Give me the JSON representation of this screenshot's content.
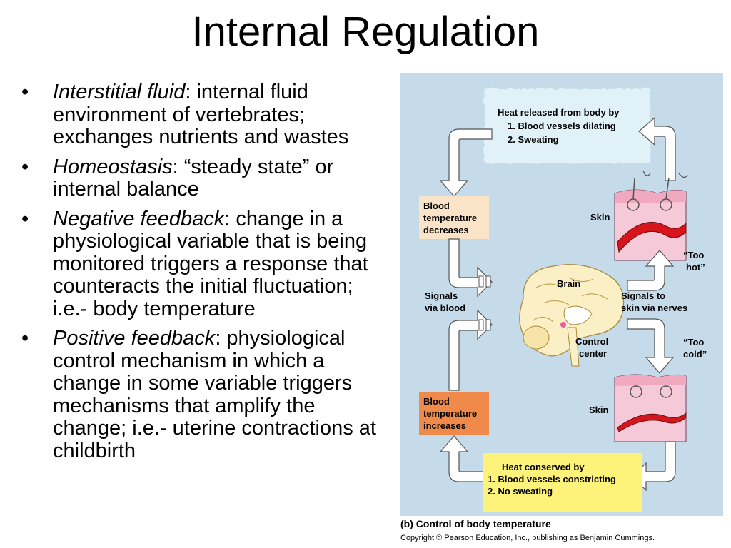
{
  "title": "Internal Regulation",
  "bullets": [
    {
      "term": "Interstitial fluid",
      "text": ": internal fluid environment of vertebrates; exchanges nutrients and wastes"
    },
    {
      "term": "Homeostasis",
      "text": ": “steady state” or internal balance"
    },
    {
      "term": "Negative feedback",
      "text": ": change in a physiological variable that is being monitored triggers a response that counteracts the initial fluctuation; i.e.- body temperature"
    },
    {
      "term": "Positive feedback",
      "text": ": physiological control mechanism in which a change in some variable triggers mechanisms that amplify the change; i.e.- uterine contractions at childbirth"
    }
  ],
  "diagram": {
    "heat_released": {
      "heading": "Heat released from body by",
      "items": [
        "1.  Blood vessels dilating",
        "2.  Sweating"
      ]
    },
    "blood_temp_decreases": [
      "Blood",
      "temperature",
      "decreases"
    ],
    "skin_top": "Skin",
    "too_hot": [
      "“Too",
      "hot”"
    ],
    "brain": "Brain",
    "signals_blood": [
      "Signals",
      "via blood"
    ],
    "signals_nerves": [
      "Signals to",
      "skin via nerves"
    ],
    "control_center": [
      "Control",
      "center"
    ],
    "too_cold": [
      "“Too",
      "cold”"
    ],
    "skin_bottom": "Skin",
    "blood_temp_increases": [
      "Blood",
      "temperature",
      "increases"
    ],
    "heat_conserved": {
      "heading": "Heat conserved by",
      "items": [
        "1.  Blood vessels constricting",
        "2.  No sweating"
      ]
    },
    "caption": "(b) Control of body temperature",
    "copyright": "Copyright © Pearson Education, Inc., publishing as Benjamin Cummings."
  },
  "colors": {
    "panel_bg": "#c5dbea",
    "heat_released_box": "#e0f1f7",
    "decreases_box": "#fbe3c8",
    "increases_box": "#f08a4b",
    "conserved_box": "#fdf27a",
    "arrow_fill": "#ffffff",
    "skin": "#f6c9d8",
    "vessel": "#d8141c"
  }
}
